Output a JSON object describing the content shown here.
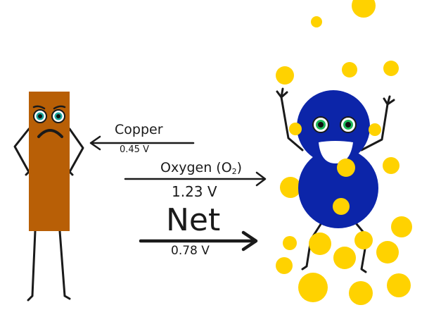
{
  "labels": {
    "copper_name": "Copper",
    "copper_value": "0.45 V",
    "oxygen_name": "Oxygen (O",
    "oxygen_sub": "2",
    "oxygen_close": ")",
    "oxygen_value": "1.23 V",
    "net_name": "Net",
    "net_value": "0.78 V"
  },
  "colors": {
    "copper_bar": "#b85f06",
    "blue_body": "#0c25a9",
    "bubbles": "#ffd200",
    "ink": "#1a1a1a",
    "eye_iris": "#1aa59a"
  },
  "characters": {
    "copper_face": "sad",
    "oxygen_face": "happy"
  }
}
